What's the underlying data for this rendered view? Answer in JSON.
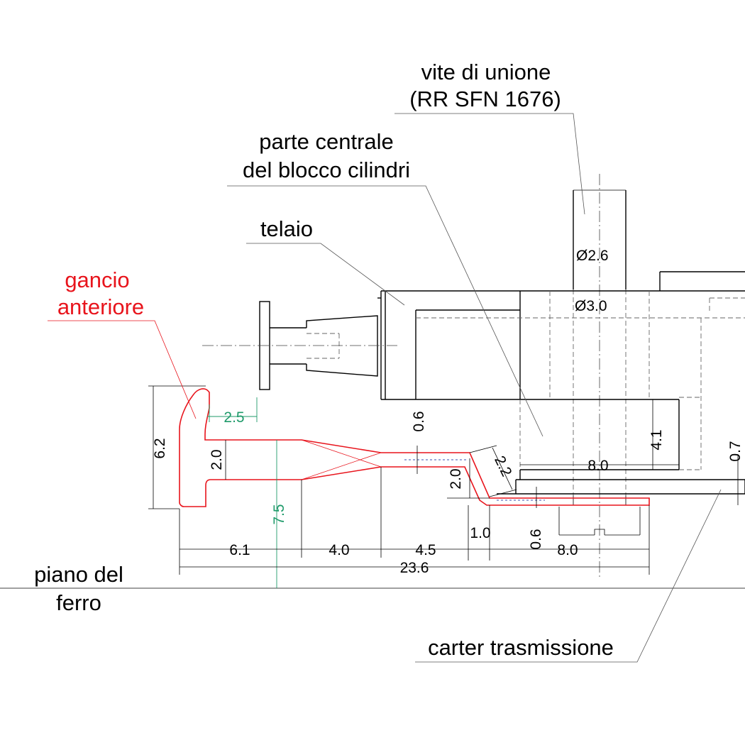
{
  "labels": {
    "vite_line1": "vite di unione",
    "vite_line2": "(RR SFN 1676)",
    "parte_line1": "parte centrale",
    "parte_line2": "del blocco cilindri",
    "telaio": "telaio",
    "gancio_line1": "gancio",
    "gancio_line2": "anteriore",
    "piano_line1": "piano del",
    "piano_line2": "ferro",
    "carter": "carter trasmissione"
  },
  "dimensions": {
    "d_2_6": "Ø2.6",
    "d_3_0": "Ø3.0",
    "h_6_2": "6.2",
    "g_2_5": "2.5",
    "h_2_0_left": "2.0",
    "g_7_5": "7.5",
    "h_0_6_top": "0.6",
    "h_2_0_mid": "2.0",
    "s_2_2": "2.2",
    "w_8_0_top": "8.0",
    "h_4_1": "4.1",
    "h_0_7": "0.7",
    "w_1_0": "1.0",
    "h_0_6_bot": "0.6",
    "w_6_1": "6.1",
    "w_4_0": "4.0",
    "w_4_5": "4.5",
    "w_8_0_bot": "8.0",
    "w_23_6": "23.6"
  },
  "colors": {
    "hook": "#e8141c",
    "green_dims": "#1f9a6a",
    "lines": "#000000"
  }
}
